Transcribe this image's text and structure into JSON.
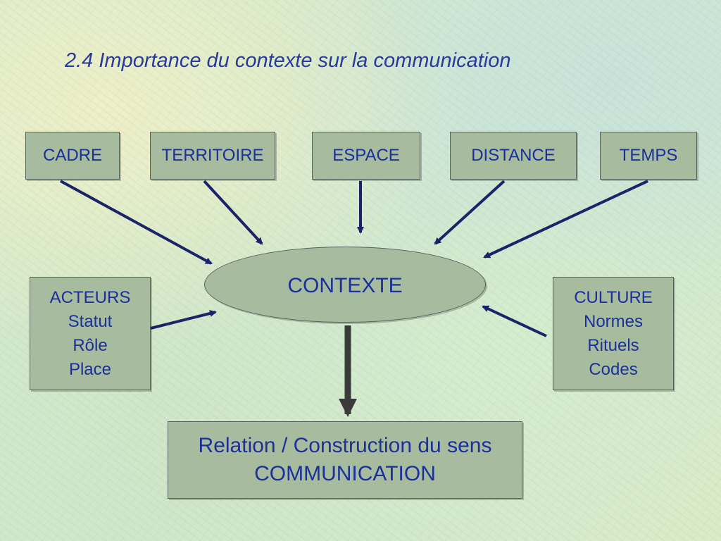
{
  "title": "2.4 Importance du contexte sur la communication",
  "top_boxes": [
    "CADRE",
    "TERRITOIRE",
    "ESPACE",
    "DISTANCE",
    "TEMPS"
  ],
  "center": "CONTEXTE",
  "left_box": {
    "heading": "ACTEURS",
    "items": [
      "Statut",
      "Rôle",
      "Place"
    ]
  },
  "right_box": {
    "heading": "CULTURE",
    "items": [
      "Normes",
      "Rituels",
      "Codes"
    ]
  },
  "bottom_box": {
    "line1": "Relation / Construction du sens",
    "line2": "COMMUNICATION"
  },
  "colors": {
    "box_fill": "#a7bb9f",
    "text": "#1c2f9a",
    "arrow": "#1b2468",
    "main_arrow": "#3a3a3a"
  }
}
